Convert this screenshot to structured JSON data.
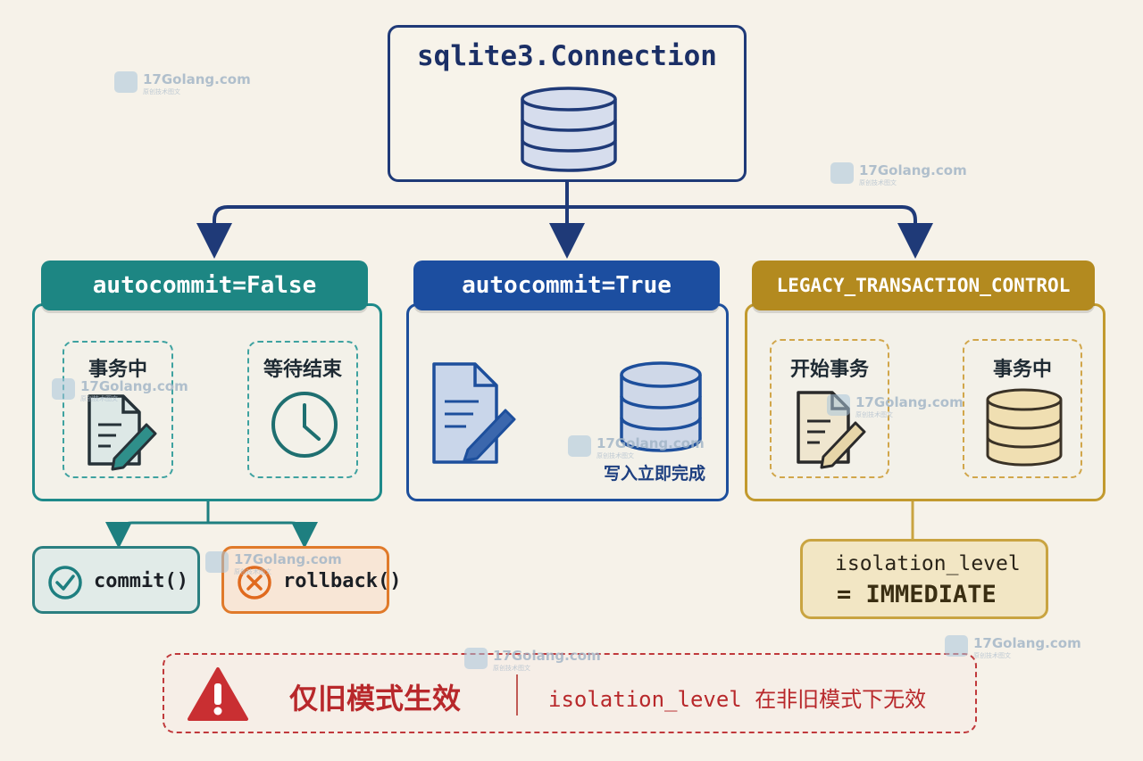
{
  "connection": {
    "title": "sqlite3.Connection"
  },
  "columns": {
    "left": {
      "header": "autocommit=False",
      "box_a_label": "事务中",
      "box_b_label": "等待结束",
      "color": "#1e8a8a"
    },
    "middle": {
      "header": "autocommit=True",
      "caption": "写入立即完成",
      "color": "#1d4f9c"
    },
    "right": {
      "header": "LEGACY_TRANSACTION_CONTROL",
      "box_a_label": "开始事务",
      "box_b_label": "事务中",
      "color": "#b38a1f"
    }
  },
  "actions": {
    "commit_label": "commit()",
    "rollback_label": "rollback()"
  },
  "isolation": {
    "line1": "isolation_level",
    "line2": "= IMMEDIATE"
  },
  "warning": {
    "title": "仅旧模式生效",
    "detail": "isolation_level 在非旧模式下无效",
    "color": "#c0393b"
  },
  "watermark": {
    "text": "17Golang.com",
    "sub": "原创技术图文"
  },
  "icons": [
    "database-icon",
    "document-pen-icon",
    "clock-icon",
    "check-circle-icon",
    "x-circle-icon",
    "warning-triangle-icon"
  ]
}
